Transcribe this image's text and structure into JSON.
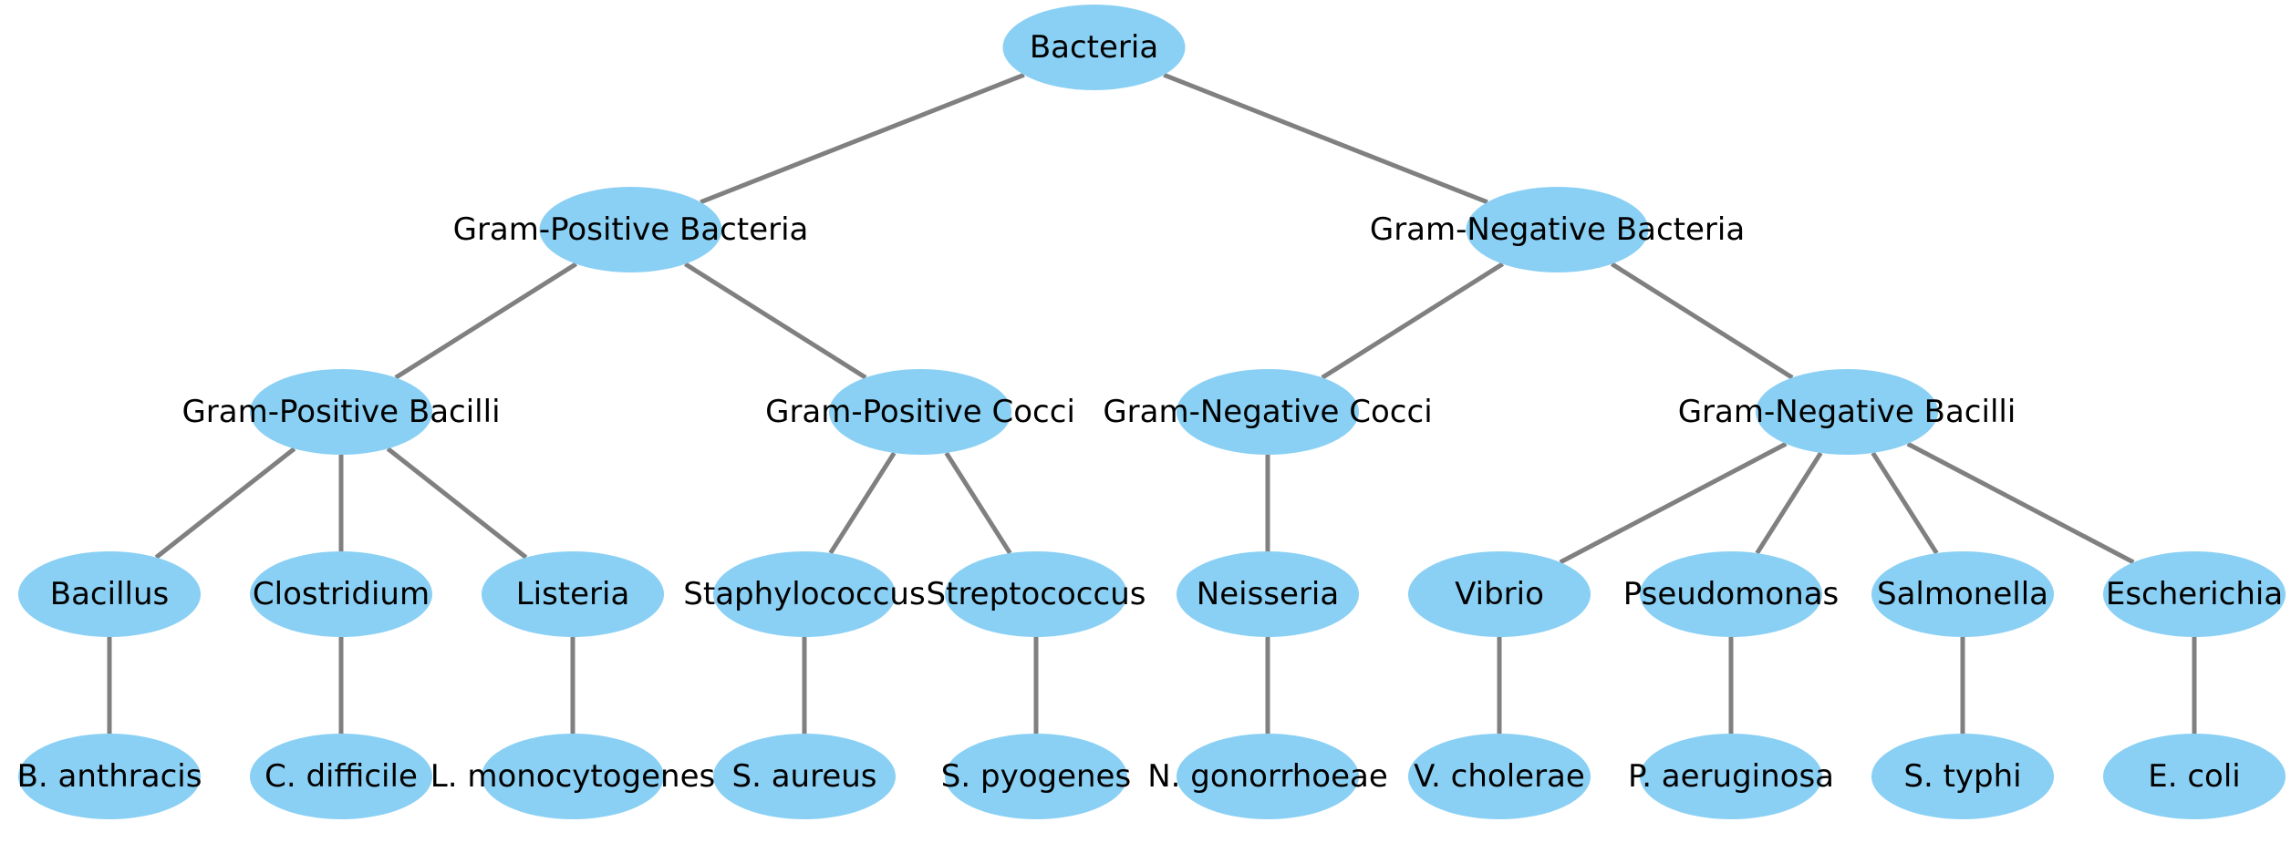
{
  "diagram": {
    "type": "tree",
    "node_color": "#8ad0f4",
    "edge_color": "#808080",
    "text_color": "#000000",
    "background": "#ffffff",
    "nodes": [
      {
        "id": "bacteria",
        "label": "Bacteria"
      },
      {
        "id": "gram-positive-bacteria",
        "label": "Gram-Positive Bacteria"
      },
      {
        "id": "gram-negative-bacteria",
        "label": "Gram-Negative Bacteria"
      },
      {
        "id": "gram-positive-bacilli",
        "label": "Gram-Positive Bacilli"
      },
      {
        "id": "gram-positive-cocci",
        "label": "Gram-Positive Cocci"
      },
      {
        "id": "gram-negative-cocci",
        "label": "Gram-Negative Cocci"
      },
      {
        "id": "gram-negative-bacilli",
        "label": "Gram-Negative Bacilli"
      },
      {
        "id": "bacillus",
        "label": "Bacillus"
      },
      {
        "id": "clostridium",
        "label": "Clostridium"
      },
      {
        "id": "listeria",
        "label": "Listeria"
      },
      {
        "id": "staphylococcus",
        "label": "Staphylococcus"
      },
      {
        "id": "streptococcus",
        "label": "Streptococcus"
      },
      {
        "id": "neisseria",
        "label": "Neisseria"
      },
      {
        "id": "vibrio",
        "label": "Vibrio"
      },
      {
        "id": "pseudomonas",
        "label": "Pseudomonas"
      },
      {
        "id": "salmonella",
        "label": "Salmonella"
      },
      {
        "id": "escherichia",
        "label": "Escherichia"
      },
      {
        "id": "b-anthracis",
        "label": "B. anthracis"
      },
      {
        "id": "c-difficile",
        "label": "C. difficile"
      },
      {
        "id": "l-monocytogenes",
        "label": "L. monocytogenes"
      },
      {
        "id": "s-aureus",
        "label": "S. aureus"
      },
      {
        "id": "s-pyogenes",
        "label": "S. pyogenes"
      },
      {
        "id": "n-gonorrhoeae",
        "label": "N. gonorrhoeae"
      },
      {
        "id": "v-cholerae",
        "label": "V. cholerae"
      },
      {
        "id": "p-aeruginosa",
        "label": "P. aeruginosa"
      },
      {
        "id": "s-typhi",
        "label": "S. typhi"
      },
      {
        "id": "e-coli",
        "label": "E. coli"
      }
    ],
    "edges": [
      [
        "bacteria",
        "gram-positive-bacteria"
      ],
      [
        "bacteria",
        "gram-negative-bacteria"
      ],
      [
        "gram-positive-bacteria",
        "gram-positive-bacilli"
      ],
      [
        "gram-positive-bacteria",
        "gram-positive-cocci"
      ],
      [
        "gram-negative-bacteria",
        "gram-negative-cocci"
      ],
      [
        "gram-negative-bacteria",
        "gram-negative-bacilli"
      ],
      [
        "gram-positive-bacilli",
        "bacillus"
      ],
      [
        "gram-positive-bacilli",
        "clostridium"
      ],
      [
        "gram-positive-bacilli",
        "listeria"
      ],
      [
        "gram-positive-cocci",
        "staphylococcus"
      ],
      [
        "gram-positive-cocci",
        "streptococcus"
      ],
      [
        "gram-negative-cocci",
        "neisseria"
      ],
      [
        "gram-negative-bacilli",
        "vibrio"
      ],
      [
        "gram-negative-bacilli",
        "pseudomonas"
      ],
      [
        "gram-negative-bacilli",
        "salmonella"
      ],
      [
        "gram-negative-bacilli",
        "escherichia"
      ],
      [
        "bacillus",
        "b-anthracis"
      ],
      [
        "clostridium",
        "c-difficile"
      ],
      [
        "listeria",
        "l-monocytogenes"
      ],
      [
        "staphylococcus",
        "s-aureus"
      ],
      [
        "streptococcus",
        "s-pyogenes"
      ],
      [
        "neisseria",
        "n-gonorrhoeae"
      ],
      [
        "vibrio",
        "v-cholerae"
      ],
      [
        "pseudomonas",
        "p-aeruginosa"
      ],
      [
        "salmonella",
        "s-typhi"
      ],
      [
        "escherichia",
        "e-coli"
      ]
    ]
  }
}
